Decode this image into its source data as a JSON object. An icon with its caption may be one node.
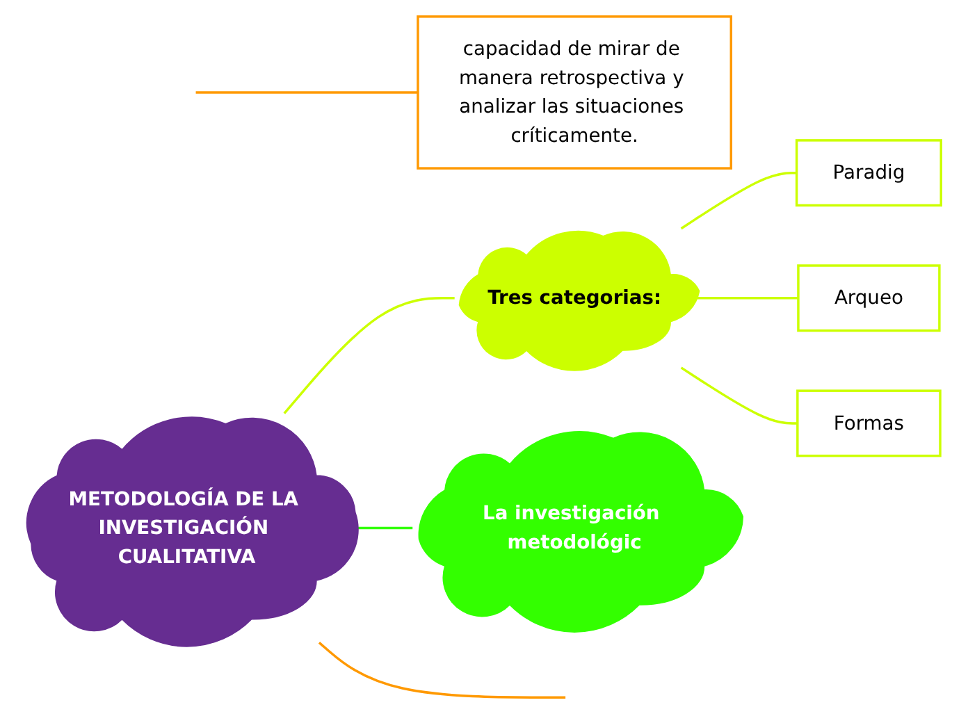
{
  "diagram": {
    "nodes": [
      {
        "text": [
          "METODOLOGÍA DE LA INVESTIGACIÓN CUALITATIVA"
        ]
      },
      {
        "text": [
          "capacidad de mirar de manera retrospectiva y analizar las situaciones críticamente."
        ]
      },
      {
        "text": [
          "Tres categorias:"
        ]
      },
      {
        "text": [
          "Paradig"
        ]
      },
      {
        "text": [
          "Arqueo"
        ]
      },
      {
        "text": [
          "Formas"
        ]
      },
      {
        "text": [
          "La investigación metodológic"
        ]
      }
    ],
    "edges": [
      {
        "from": 0,
        "to": null,
        "arrow": "none",
        "color": "#ff9900"
      },
      {
        "from": null,
        "to": 1,
        "arrow": "none",
        "color": "#ff9900"
      },
      {
        "from": 0,
        "to": 2,
        "arrow": "none"
      },
      {
        "from": 2,
        "to": 3,
        "arrow": "none"
      },
      {
        "from": 2,
        "to": 4,
        "arrow": "none"
      },
      {
        "from": 2,
        "to": 5,
        "arrow": "none"
      },
      {
        "from": 0,
        "to": 6,
        "arrow": "none",
        "color": "#33ff00"
      }
    ]
  }
}
